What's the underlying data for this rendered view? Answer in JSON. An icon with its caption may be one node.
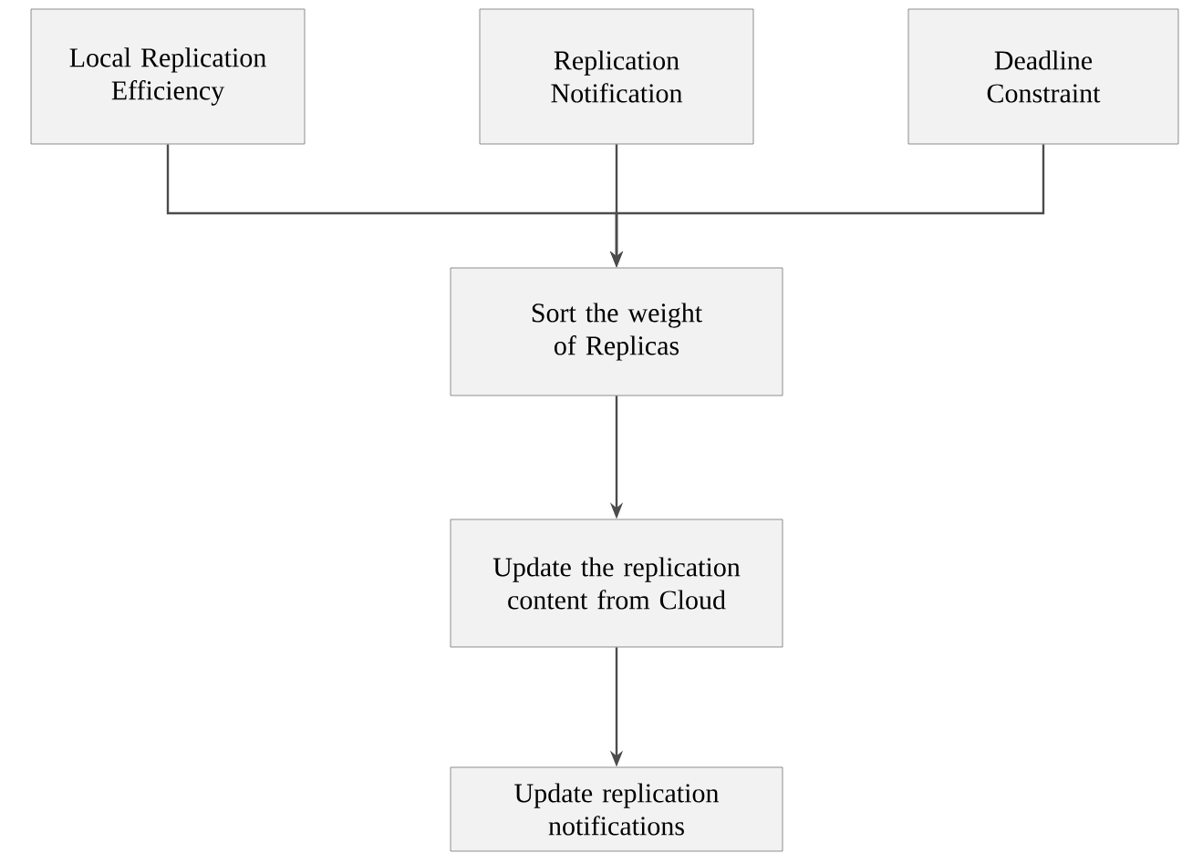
{
  "diagram": {
    "nodes": [
      {
        "text": [
          "Local Replication Efficiency"
        ]
      },
      {
        "text": [
          "Replication Notification"
        ]
      },
      {
        "text": [
          "Deadline Constraint"
        ]
      },
      {
        "text": [
          "Sort the weight of Replicas"
        ]
      },
      {
        "text": [
          "Update the replication content from Cloud"
        ]
      },
      {
        "text": [
          "Update replication notifications"
        ]
      }
    ],
    "edges": [
      {
        "from": 0,
        "to": 3,
        "arrow": "to"
      },
      {
        "from": 1,
        "to": 3,
        "arrow": "to"
      },
      {
        "from": 2,
        "to": 3,
        "arrow": "to"
      },
      {
        "from": 3,
        "to": 4,
        "arrow": "to"
      },
      {
        "from": 4,
        "to": 5,
        "arrow": "to"
      }
    ]
  }
}
